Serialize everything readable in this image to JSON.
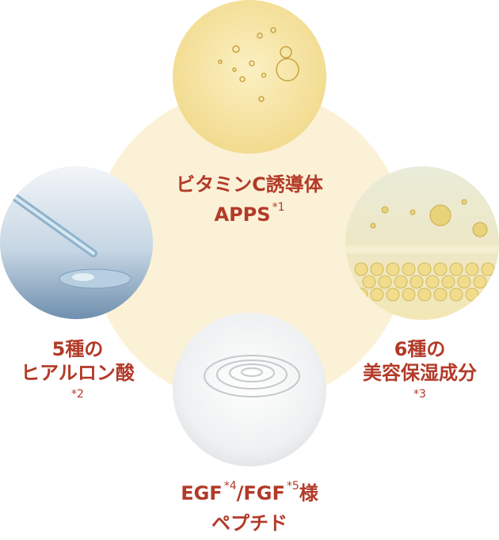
{
  "center": {
    "line1": "ビタミンC誘導体",
    "line2": "APPS",
    "note": "*1"
  },
  "left": {
    "line1": "5種の",
    "line2": "ヒアルロン酸",
    "note": "*2"
  },
  "right": {
    "line1": "6種の",
    "line2": "美容保湿成分",
    "note": "*3"
  },
  "bottom": {
    "egf": "EGF",
    "egf_note": "*4",
    "slash": "/",
    "fgf": "FGF",
    "fgf_note": "*5",
    "suffix": "様",
    "line2": "ペプチド"
  },
  "colors": {
    "label": "#b23a28",
    "background_circle": "#fbf1d6"
  }
}
